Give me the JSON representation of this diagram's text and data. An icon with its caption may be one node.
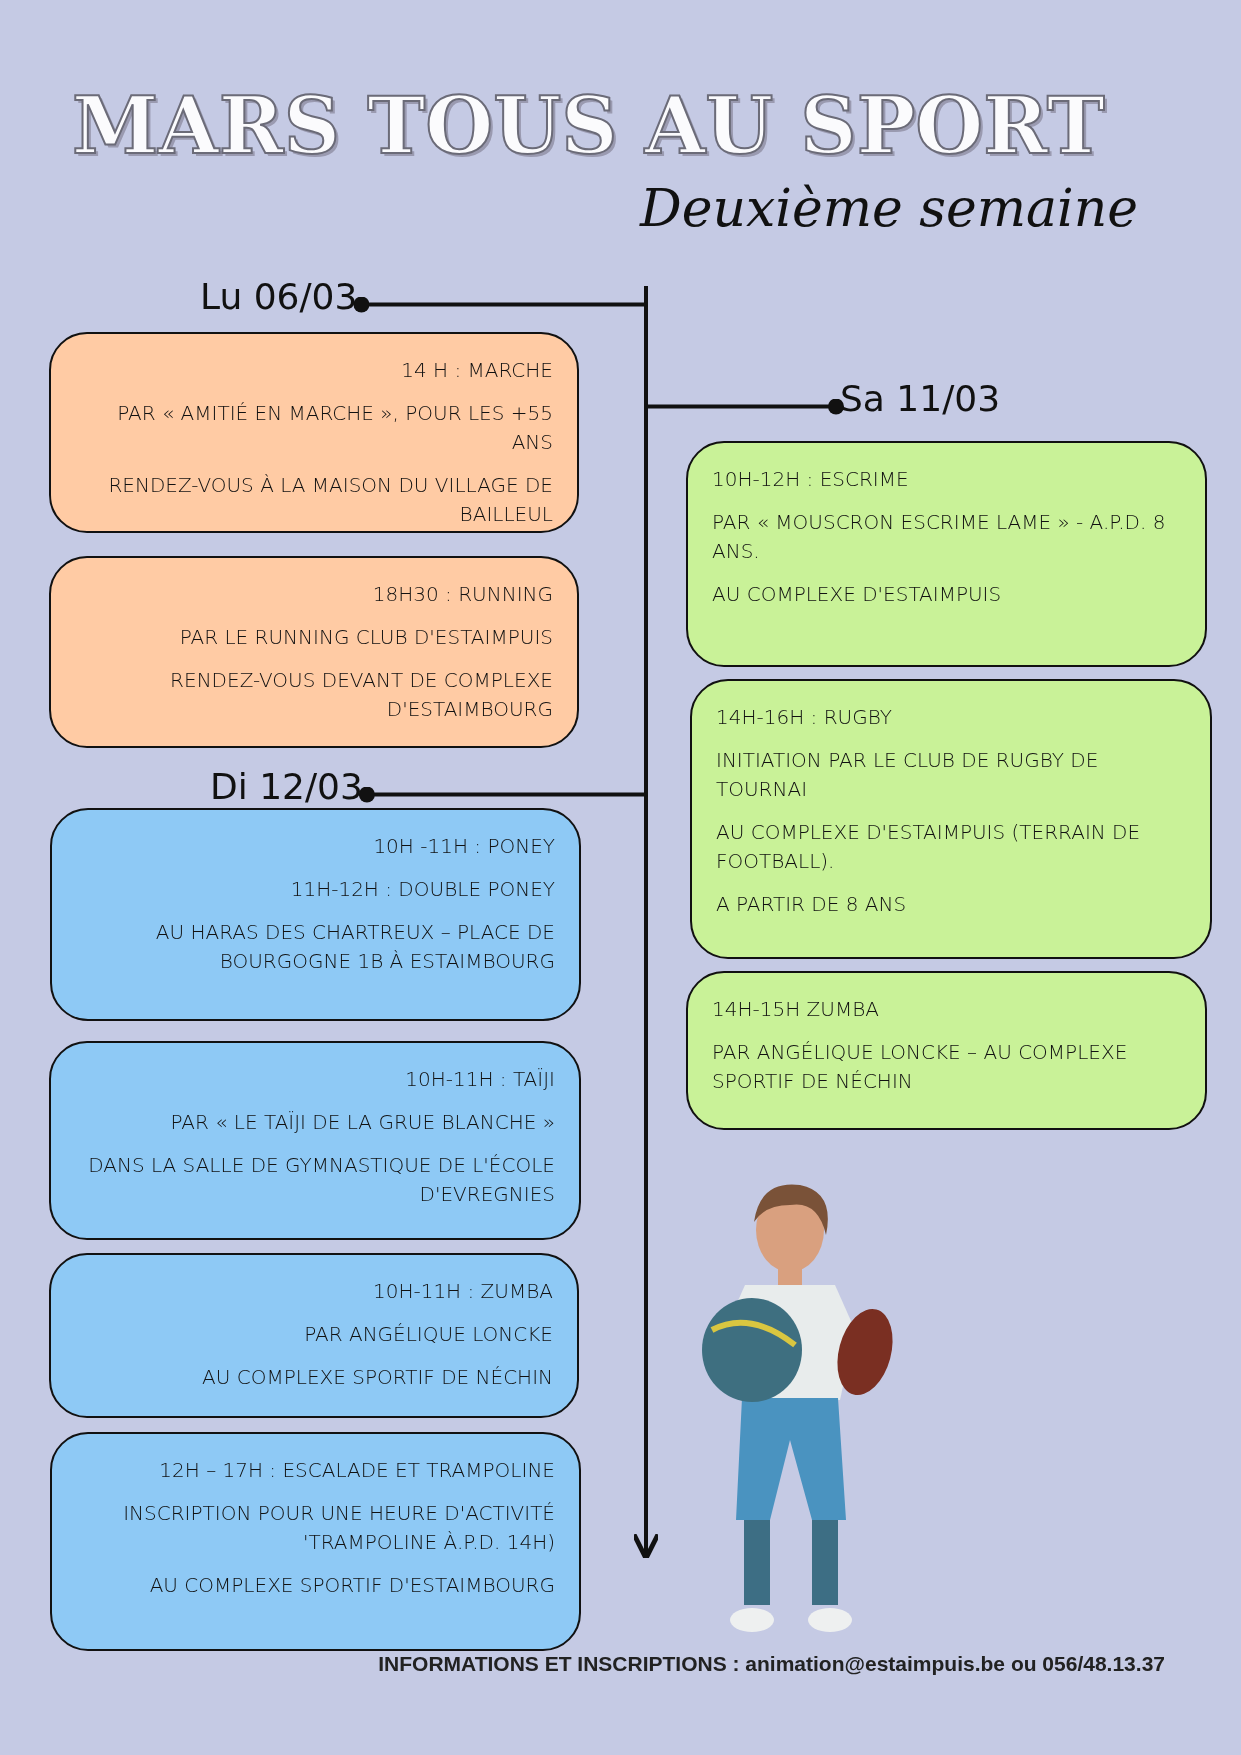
{
  "diagram": {
    "title": "MARS TOUS AU SPORT",
    "caption": "INFORMATIONS ET INSCRIPTIONS : animation@estaimpuis.be ou 056/48.13.37",
    "nodes": [
      {
        "text": [
          "Lu 06/03"
        ]
      },
      {
        "text": [
          "14 H : MARCHE",
          "PAR « AMITIÉ EN MARCHE », POUR LES +55 ANS",
          "RENDEZ-VOUS À LA MAISON DU VILLAGE DE BAILLEUL"
        ]
      },
      {
        "text": [
          "18H30 : RUNNING",
          "PAR LE RUNNING CLUB D'ESTAIMPUIS",
          "RENDEZ-VOUS DEVANT DE COMPLEXE D'ESTAIMBOURG"
        ]
      },
      {
        "text": [
          "Sa 11/03"
        ]
      },
      {
        "text": [
          "10H-12H : ESCRIME",
          "PAR « MOUSCRON ESCRIME LAME » - A.P.D. 8 ANS.",
          "AU COMPLEXE D'ESTAIMPUIS"
        ]
      },
      {
        "text": [
          "14H-16H : RUGBY",
          "INITIATION PAR LE CLUB DE RUGBY DE TOURNAI",
          "AU COMPLEXE D'ESTAIMPUIS (TERRAIN DE FOOTBALL).",
          "A PARTIR DE 8 ANS"
        ]
      },
      {
        "text": [
          "14H-15H ZUMBA",
          "PAR ANGÉLIQUE LONCKE – AU COMPLEXE SPORTIF DE NÉCHIN"
        ]
      },
      {
        "text": [
          "Di 12/03"
        ]
      },
      {
        "text": [
          "10H -11H : PONEY",
          "11H-12H : DOUBLE PONEY",
          "AU HARAS DES CHARTREUX – PLACE DE BOURGOGNE 1B À ESTAIMBOURG"
        ]
      },
      {
        "text": [
          "10H-11H : TAÏJI",
          "PAR « LE TAÏJI DE LA GRUE BLANCHE »",
          "DANS LA SALLE DE GYMNASTIQUE DE L'ÉCOLE D'EVREGNIES"
        ]
      },
      {
        "text": [
          "10H-11H : ZUMBA",
          "PAR ANGÉLIQUE LONCKE",
          "AU COMPLEXE SPORTIF DE NÉCHIN"
        ]
      },
      {
        "text": [
          "12H – 17H : ESCALADE ET TRAMPOLINE",
          "INSCRIPTION POUR UNE HEURE D'ACTIVITÉ 'TRAMPOLINE À.P.D. 14H)",
          "AU COMPLEXE SPORTIF D'ESTAIMBOURG"
        ]
      }
    ],
    "edges": [
      {
        "from": null,
        "to": 0,
        "arrow": "other"
      },
      {
        "from": null,
        "to": 3,
        "arrow": "other"
      },
      {
        "from": null,
        "to": 7,
        "arrow": "other"
      }
    ],
    "labels": [
      "Deuxième semaine"
    ]
  }
}
